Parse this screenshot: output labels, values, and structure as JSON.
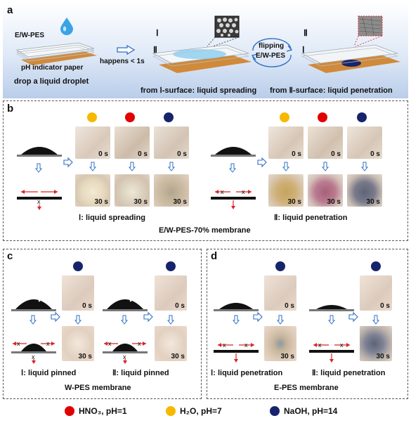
{
  "panel_a": {
    "letter": "a",
    "ewpes_label": "E/W-PES",
    "paper_label": "pH indicator paper",
    "drop_label": "drop a liquid droplet",
    "happens_label": "happens < 1s",
    "flipping_line1": "flipping",
    "flipping_line2": "E/W-PES",
    "surface_I": "Ⅰ",
    "surface_II": "Ⅱ",
    "spreading_caption": "from Ⅰ-surface: liquid spreading",
    "penetration_caption": "from Ⅱ-surface: liquid penetration"
  },
  "panel_b": {
    "letter": "b",
    "caption_I": "Ⅰ: liquid spreading",
    "caption_II": "Ⅱ: liquid penetration",
    "membrane": "E/W-PES-70% membrane",
    "dot_colors": [
      "#f7b800",
      "#e00000",
      "#17246b"
    ]
  },
  "panel_c": {
    "letter": "c",
    "caption_I": "Ⅰ: liquid pinned",
    "caption_II": "Ⅱ: liquid pinned",
    "membrane": "W-PES membrane"
  },
  "panel_d": {
    "letter": "d",
    "caption_I": "Ⅰ: liquid penetration",
    "caption_II": "Ⅱ: liquid penetration",
    "membrane": "E-PES membrane"
  },
  "times": {
    "t0": "0 s",
    "t30": "30 s"
  },
  "legend": {
    "hno3": "HNO₃, pH=1",
    "h2o": "H₂O, pH=7",
    "naoh": "NaOH, pH=14",
    "colors": {
      "hno3": "#e00000",
      "h2o": "#f7b800",
      "naoh": "#17246b"
    }
  }
}
